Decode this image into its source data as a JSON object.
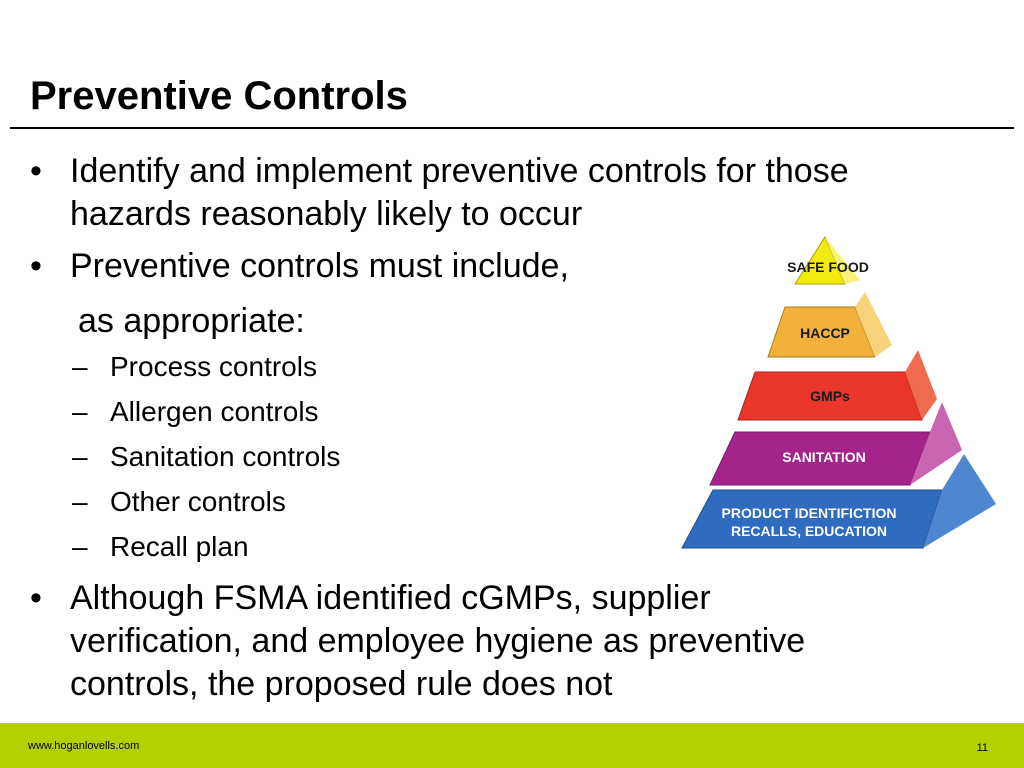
{
  "slide": {
    "title": "Preventive Controls",
    "bullets": [
      {
        "text_line1": "Identify and implement preventive controls for those",
        "text_line2": "hazards reasonably likely to occur"
      },
      {
        "text_line1": "Preventive controls must include,",
        "text_line2": "as appropriate:"
      },
      {
        "text_line1": "Although FSMA identified cGMPs, supplier",
        "text_line2": "verification, and employee hygiene as preventive",
        "text_line3": "controls, the proposed rule does not"
      }
    ],
    "sub_items": [
      "Process controls",
      "Allergen controls",
      "Sanitation controls",
      "Other controls",
      "Recall plan"
    ],
    "bullet_char": "•",
    "dash_char": "–"
  },
  "pyramid": {
    "levels": [
      {
        "label": "SAFE FOOD",
        "color": "#f2ea0f"
      },
      {
        "label": "HACCP",
        "color": "#f2b13a"
      },
      {
        "label": "GMPs",
        "color": "#e8362a"
      },
      {
        "label": "SANITATION",
        "color": "#a4248c"
      },
      {
        "label_line1": "PRODUCT IDENTIFICTION",
        "label_line2": "RECALLS, EDUCATION",
        "color": "#2f6cc0"
      }
    ]
  },
  "footer": {
    "url": "www.hoganlovells.com",
    "page_number": "11",
    "bar_color": "#b5d000"
  }
}
